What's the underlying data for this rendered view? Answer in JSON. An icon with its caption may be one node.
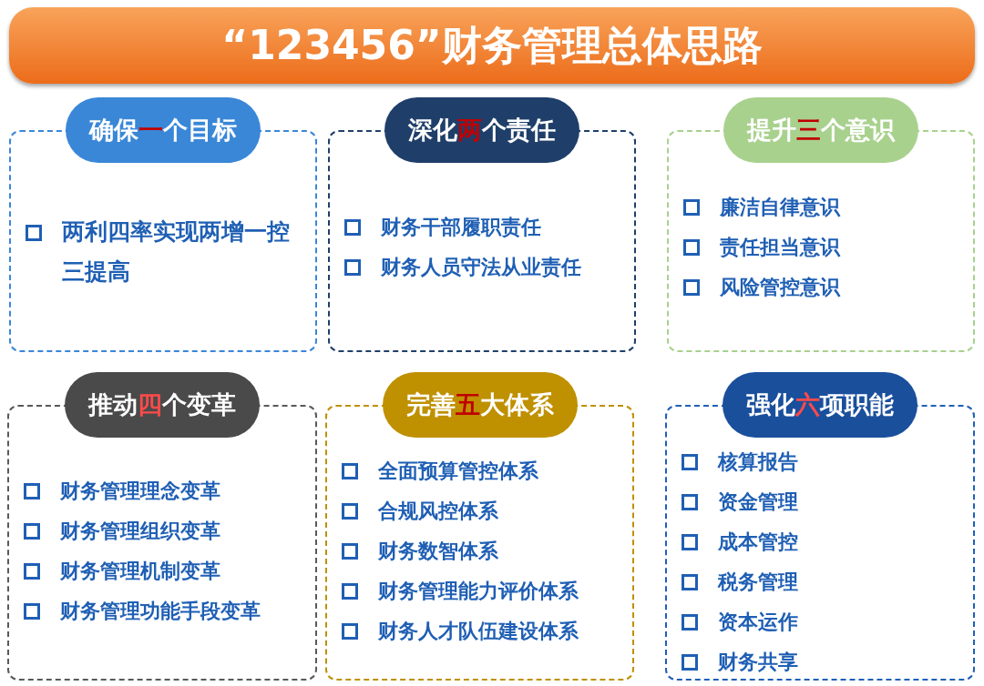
{
  "diagram": {
    "title": "“123456”财务管理总体思路",
    "nodes": [
      {
        "text": [
          "确保**一**个目标"
        ]
      },
      {
        "text": [
          "两利四率实现两增一控三提高"
        ]
      },
      {
        "text": [
          "深化**两**个责任"
        ]
      },
      {
        "text": [
          "财务干部履职责任",
          "财务人员守法从业责任"
        ]
      },
      {
        "text": [
          "提升**三**个意识"
        ]
      },
      {
        "text": [
          "廉洁自律意识",
          "责任担当意识",
          "风险管控意识"
        ]
      },
      {
        "text": [
          "推动**四**个变革"
        ]
      },
      {
        "text": [
          "财务管理理念变革",
          "财务管理组织变革",
          "财务管理机制变革",
          "财务管理功能手段变革"
        ]
      },
      {
        "text": [
          "完善**五**大体系"
        ]
      },
      {
        "text": [
          "全面预算管控体系",
          "合规风控体系",
          "财务数智体系",
          "财务管理能力评价体系",
          "财务人才队伍建设体系"
        ]
      },
      {
        "text": [
          "强化**六**项职能"
        ]
      },
      {
        "text": [
          "核算报告",
          "资金管理",
          "成本管控",
          "税务管理",
          "资本运作",
          "财务共享"
        ]
      }
    ]
  }
}
